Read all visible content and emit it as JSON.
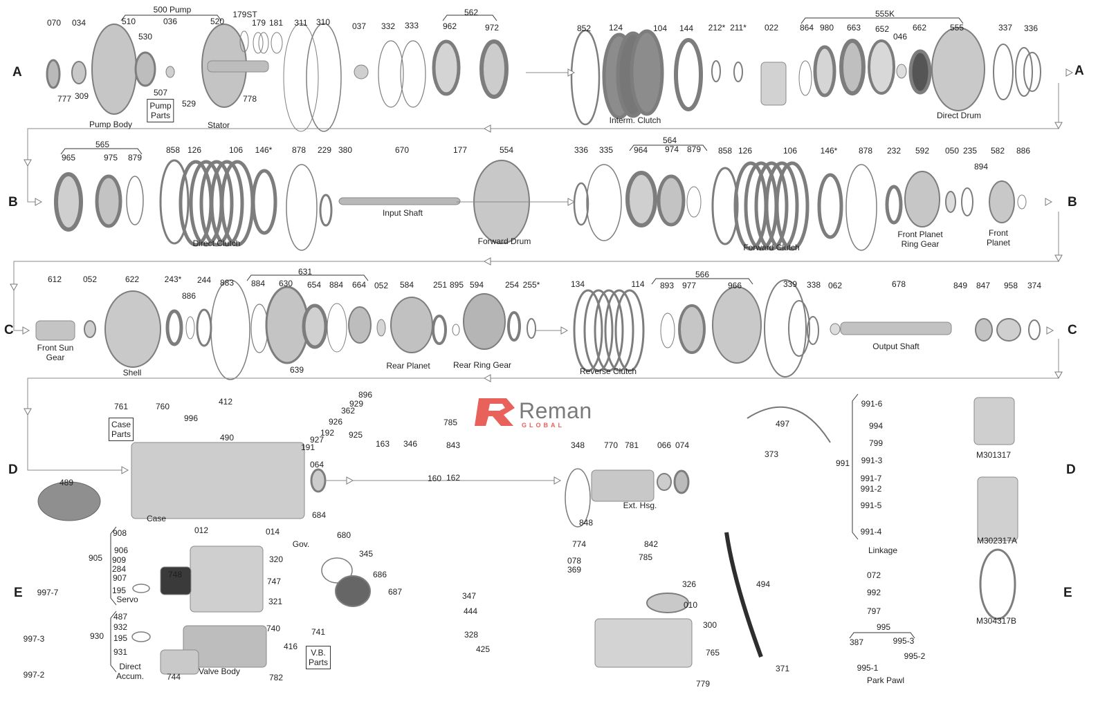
{
  "logo": {
    "word": "Reman",
    "sub": "GLOBAL",
    "accent": "#e8615a"
  },
  "row_letters": [
    "A",
    "B",
    "C",
    "D",
    "E"
  ],
  "boxes": {
    "pump_parts": "Pump\nParts",
    "case_parts": "Case\nParts",
    "vb_parts": "V.B.\nParts"
  },
  "sections": {
    "A": {
      "parts": [
        "070",
        "034",
        "500 Pump",
        "510",
        "530",
        "036",
        "520",
        "179ST",
        "179",
        "181",
        "311",
        "310",
        "037",
        "332",
        "333",
        "562",
        "962",
        "972",
        "852",
        "124",
        "104",
        "144",
        "212*",
        "211*",
        "022",
        "555K",
        "864",
        "980",
        "663",
        "652",
        "046",
        "662",
        "555",
        "337",
        "336",
        "777",
        "309",
        "507",
        "529",
        "778"
      ],
      "captions": [
        "Pump Body",
        "Stator",
        "Interm. Clutch",
        "Direct Drum"
      ]
    },
    "B": {
      "parts": [
        "565",
        "965",
        "975",
        "879",
        "858",
        "126",
        "106",
        "146*",
        "878",
        "229",
        "380",
        "670",
        "177",
        "554",
        "336",
        "335",
        "564",
        "964",
        "974",
        "879",
        "858",
        "126",
        "106",
        "146*",
        "878",
        "232",
        "592",
        "050",
        "235",
        "894",
        "582",
        "886"
      ],
      "captions": [
        "Direct Clutch",
        "Input Shaft",
        "Forward Drum",
        "Forward Clutch",
        "Front Planet\nRing Gear",
        "Front\nPlanet"
      ]
    },
    "C": {
      "parts": [
        "612",
        "052",
        "622",
        "243*",
        "886",
        "244",
        "883",
        "631",
        "884",
        "630",
        "654",
        "884",
        "664",
        "052",
        "584",
        "251",
        "895",
        "594",
        "254",
        "255*",
        "134",
        "114",
        "566",
        "893",
        "977",
        "966",
        "339",
        "338",
        "062",
        "678",
        "849",
        "847",
        "958",
        "374",
        "639"
      ],
      "captions": [
        "Front Sun\nGear",
        "Shell",
        "Rear Planet",
        "Rear Ring Gear",
        "Reverse Clutch",
        "Output Shaft"
      ]
    },
    "D": {
      "parts": [
        "761",
        "760",
        "412",
        "996",
        "490",
        "896",
        "929",
        "362",
        "926",
        "192",
        "925",
        "927",
        "191",
        "785",
        "843",
        "163",
        "346",
        "160",
        "162",
        "064",
        "489",
        "348",
        "770",
        "781",
        "066",
        "074",
        "497",
        "373",
        "991-6",
        "994",
        "799",
        "991",
        "991-3",
        "991-7",
        "991-2",
        "991-5",
        "991-4",
        "M301317",
        "M302317A",
        "M304317B",
        "848",
        "774",
        "842",
        "078",
        "785",
        "369"
      ],
      "captions": [
        "Case",
        "Ext. Hsg.",
        "Linkage"
      ]
    },
    "E": {
      "parts": [
        "908",
        "012",
        "014",
        "684",
        "680",
        "906",
        "909",
        "284",
        "907",
        "195",
        "905",
        "997-7",
        "748",
        "320",
        "747",
        "321",
        "345",
        "686",
        "687",
        "347",
        "444",
        "328",
        "425",
        "487",
        "932",
        "195",
        "930",
        "931",
        "997-3",
        "997-2",
        "740",
        "416",
        "741",
        "744",
        "782",
        "326",
        "010",
        "300",
        "765",
        "779",
        "494",
        "371",
        "072",
        "992",
        "797",
        "995",
        "387",
        "995-3",
        "995-2",
        "995-1"
      ],
      "captions": [
        "Gov.",
        "Servo",
        "Direct\nAccum.",
        "Valve Body",
        "Park Pawl"
      ]
    }
  }
}
